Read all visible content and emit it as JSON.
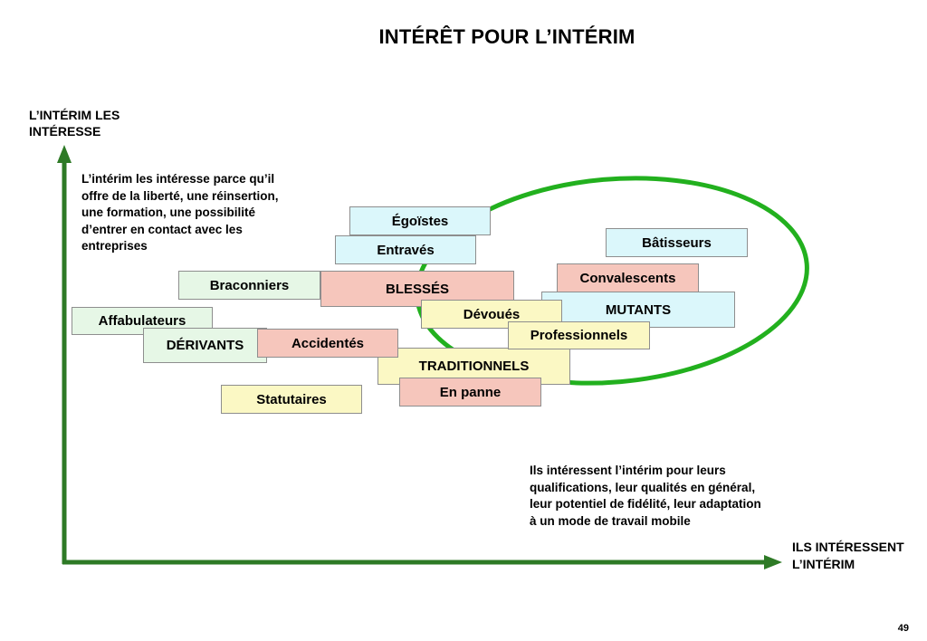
{
  "title": "INTÉRÊT POUR L’INTÉRIM",
  "axes": {
    "y_label": "L’INTÉRIM LES INTÉRESSE",
    "x_label": "ILS INTÉRESSENT L’INTÉRIM",
    "color": "#2e7a26"
  },
  "notes": {
    "top": "L’intérim les intéresse parce qu’il offre de la liberté, une réinsertion, une formation, une possibilité d’entrer en contact avec les entreprises",
    "bottom": "Ils intéressent l’intérim pour leurs qualifications, leur qualités en général, leur potentiel de fidélité, leur adaptation à un mode de travail mobile"
  },
  "highlight_ellipse_color": "#22b01e",
  "colors": {
    "blue": "#dbf7fb",
    "green": "#e6f7e6",
    "pink": "#f6c6bc",
    "yellow": "#fbf8c4"
  },
  "boxes": {
    "egoistes": "Égoïstes",
    "entraves": "Entravés",
    "batisseurs": "Bâtisseurs",
    "braconniers": "Braconniers",
    "blesses": "BLESSÉS",
    "convalescents": "Convalescents",
    "mutants": "MUTANTS",
    "devoues": "Dévoués",
    "affabulateurs": "Affabulateurs",
    "derivants": "DÉRIVANTS",
    "accidentes": "Accidentés",
    "professionnels": "Professionnels",
    "traditionnels": "TRADITIONNELS",
    "statutaires": "Statutaires",
    "en_panne": "En panne"
  },
  "page_number": "49"
}
